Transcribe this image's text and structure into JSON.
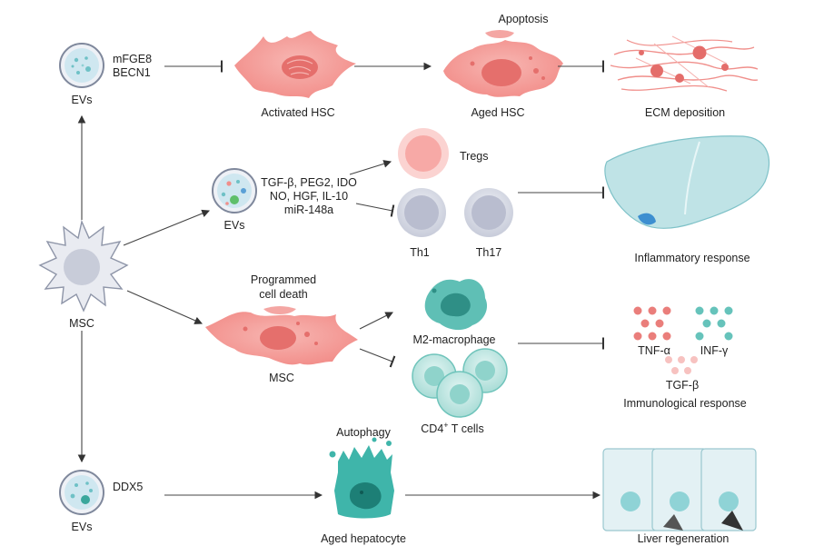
{
  "labels": {
    "evs_top": "EVs",
    "evs_mid": "EVs",
    "evs_bottom": "EVs",
    "mfge8": "mFGE8",
    "becn1": "BECN1",
    "activated_hsc": "Activated HSC",
    "apoptosis": "Apoptosis",
    "aged_hsc": "Aged HSC",
    "ecm_deposition": "ECM deposition",
    "mid_factors_1": "TGF-β, PEG2, IDO",
    "mid_factors_2": "NO, HGF, IL-10",
    "mid_factors_3": "miR-148a",
    "tregs": "Tregs",
    "th1": "Th1",
    "th17": "Th17",
    "inflammatory_response": "Inflammatory response",
    "msc_main": "MSC",
    "programmed_1": "Programmed",
    "programmed_2": "cell death",
    "msc_dying": "MSC",
    "m2_macrophage": "M2-macrophage",
    "cd4_base": "CD4",
    "cd4_sup": "+",
    "cd4_tail": " T cells",
    "tnf_alpha": "TNF-α",
    "inf_gamma": "INF-γ",
    "tgf_beta": "TGF-β",
    "immunological_response": "Immunological response",
    "ddx5": "DDX5",
    "autophagy": "Autophagy",
    "aged_hepatocyte": "Aged hepatocyte",
    "liver_regeneration": "Liver regeneration"
  },
  "colors": {
    "pink": "#f3a3a0",
    "pink_dark": "#e07a78",
    "teal": "#5bbfb6",
    "teal_dark": "#2a9a8f",
    "liver": "#bfe3e6",
    "grey_cell": "#c9ccd8"
  }
}
